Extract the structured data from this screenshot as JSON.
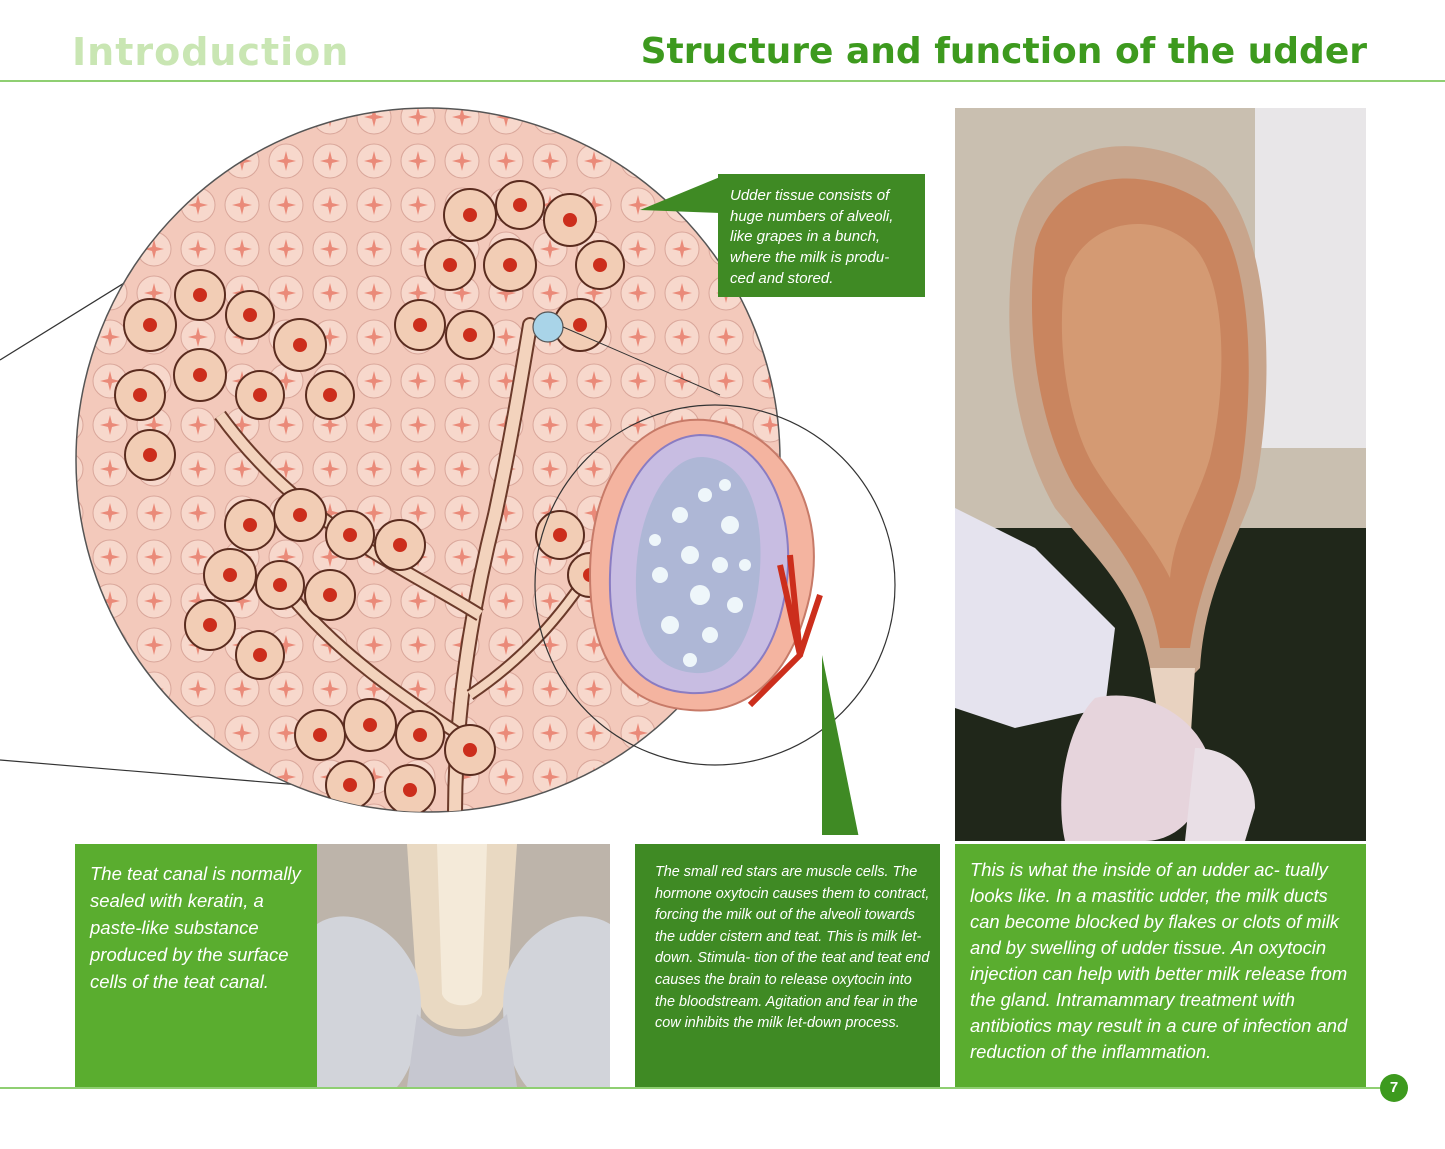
{
  "header": {
    "section": "Introduction",
    "title": "Structure and function of the udder"
  },
  "callouts": {
    "alveoli": "Udder tissue consists of huge numbers of alveoli, like grapes in a bunch, where the milk is produ- ced and stored.",
    "teat_canal": "The teat canal is normally sealed with keratin, a paste-like substance produced by the surface cells of the teat canal.",
    "muscle_cells": "The small red stars are muscle cells. The hormone oxytocin causes them to contract, forcing the milk out of the alveoli towards the udder cistern and teat. This is milk let-down. Stimula- tion of the teat and teat end causes the brain to release oxytocin into the bloodstream. Agitation and fear in the cow inhibits the milk let-down process.",
    "udder_inside": "This is what the inside of an udder ac- tually looks like. In a mastitic udder, the milk ducts can become blocked by flakes or clots of milk and by swelling of udder tissue. An oxytocin injection can help with better milk release from the gland. Intramammary treatment with antibiotics may result in a cure of infection and reduction of the inflammation."
  },
  "page_number": "7",
  "colors": {
    "dark_green": "#3f8a24",
    "light_green": "#5aad2f",
    "title_green": "#3d9a1e",
    "faded_green": "#c9e6b3"
  }
}
